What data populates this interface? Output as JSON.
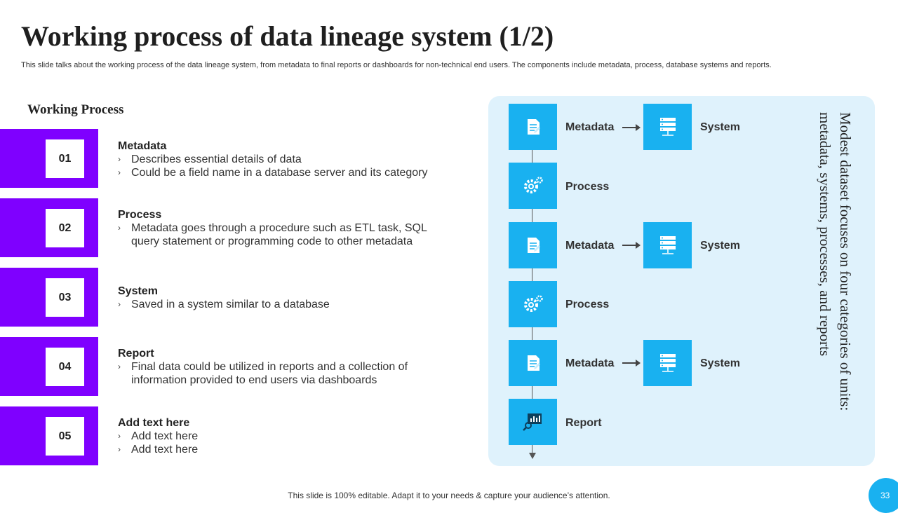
{
  "title": "Working process of data lineage system (1/2)",
  "subtitle": "This slide talks about the working process of the data lineage system, from metadata to final reports or dashboards for non-technical end users. The components include metadata, process, database systems and reports.",
  "section_heading": "Working Process",
  "steps": [
    {
      "number": "01",
      "title": "Metadata",
      "bullets": [
        "Describes essential details of data",
        "Could be a field name in a database server and its category"
      ]
    },
    {
      "number": "02",
      "title": "Process",
      "bullets": [
        "Metadata goes through a procedure such as ETL task, SQL query statement or programming code to other metadata"
      ]
    },
    {
      "number": "03",
      "title": "System",
      "bullets": [
        "Saved in a system similar to a database"
      ]
    },
    {
      "number": "04",
      "title": "Report",
      "bullets": [
        "Final data could be utilized in reports and a collection of information provided to end users via dashboards"
      ]
    },
    {
      "number": "05",
      "title": "Add text here",
      "bullets": [
        "Add text here",
        "Add text here"
      ]
    }
  ],
  "bullet_glyph": "›",
  "flow": {
    "nodes": [
      {
        "label": "Metadata",
        "icon": "document-icon",
        "target_label": "System",
        "target_icon": "server-icon"
      },
      {
        "label": "Process",
        "icon": "gear-icon"
      },
      {
        "label": "Metadata",
        "icon": "document-icon",
        "target_label": "System",
        "target_icon": "server-icon"
      },
      {
        "label": "Process",
        "icon": "gear-icon"
      },
      {
        "label": "Metadata",
        "icon": "document-icon",
        "target_label": "System",
        "target_icon": "server-icon"
      },
      {
        "label": "Report",
        "icon": "report-search-icon"
      }
    ],
    "side_text": "Modest dataset focuses on four categories of units: metadata, systems, processes, and reports"
  },
  "footer": "This slide is 100% editable. Adapt it to your needs & capture your audience’s attention.",
  "page_number": "33",
  "colors": {
    "purple": "#7F00FF",
    "tile_blue": "#19B1F0",
    "panel_bg": "#DFF2FC"
  }
}
